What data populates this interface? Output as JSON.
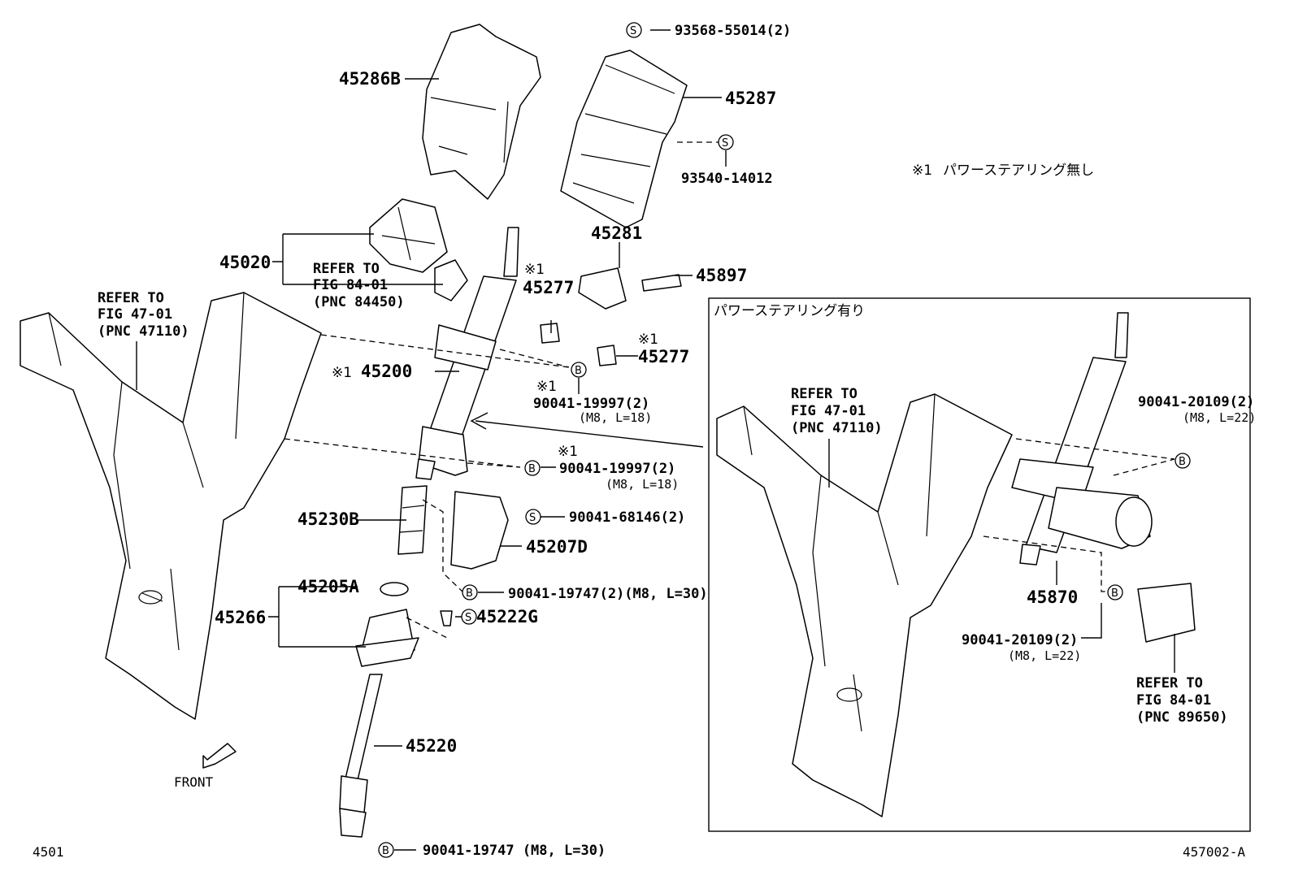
{
  "note": {
    "mark": "※1",
    "text": "パワーステアリング無し"
  },
  "inset": {
    "title": "パワーステアリング有り"
  },
  "parts": {
    "p45286B": "45286B",
    "p45287": "45287",
    "s93568": "93568-55014(2)",
    "s93540": "93540-14012",
    "p45020": "45020",
    "p45281": "45281",
    "p45897": "45897",
    "p45277a": "45277",
    "p45277b": "45277",
    "p45200": "45200",
    "b90041_19997a": "90041-19997(2)",
    "b90041_19997a_spec": "(M8, L=18)",
    "b90041_19997b": "90041-19997(2)",
    "b90041_19997b_spec": "(M8, L=18)",
    "p45230B": "45230B",
    "s90041_68146": "90041-68146(2)",
    "p45207D": "45207D",
    "b90041_19747a": "90041-19747(2)(M8, L=30)",
    "p45205A": "45205A",
    "p45266": "45266",
    "p45222G": "45222G",
    "p45220": "45220",
    "b90041_19747b": "90041-19747 (M8, L=30)",
    "b90041_20109a": "90041-20109(2)",
    "b90041_20109a_spec": "(M8, L=22)",
    "p45870": "45870",
    "b90041_20109b": "90041-20109(2)",
    "b90041_20109b_spec": "(M8, L=22)"
  },
  "refs": {
    "ref84450": {
      "l1": "REFER TO",
      "l2": "FIG 84-01",
      "l3": "(PNC 84450)"
    },
    "ref47110a": {
      "l1": "REFER TO",
      "l2": "FIG 47-01",
      "l3": "(PNC 47110)"
    },
    "ref47110b": {
      "l1": "REFER TO",
      "l2": "FIG 47-01",
      "l3": "(PNC 47110)"
    },
    "ref89650": {
      "l1": "REFER TO",
      "l2": "FIG 84-01",
      "l3": "(PNC 89650)"
    }
  },
  "marks": {
    "x1": "※1",
    "s": "S",
    "b": "B"
  },
  "front_label": "FRONT",
  "footer": {
    "left": "4501",
    "right": "457002-A"
  }
}
